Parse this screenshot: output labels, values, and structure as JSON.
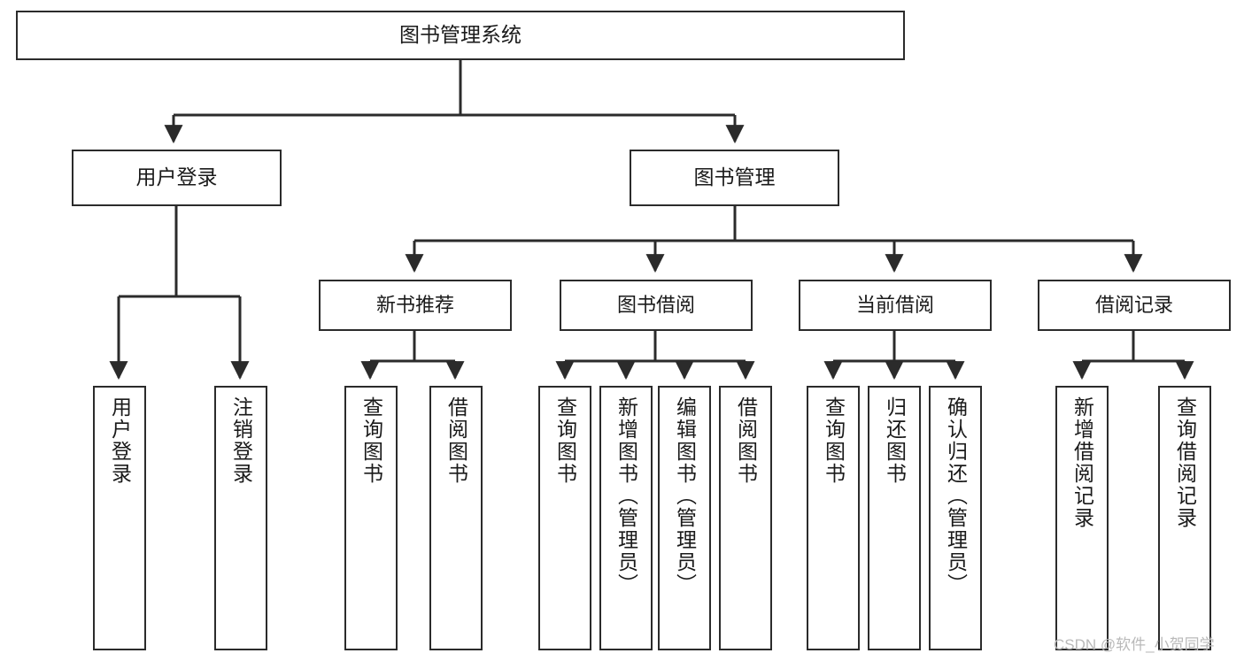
{
  "diagram": {
    "title": "图书管理系统",
    "type": "tree-hierarchy",
    "watermark": "CSDN @软件_小贺同学",
    "colors": {
      "background": "#ffffff",
      "border": "#2b2b2b",
      "text": "#1a1a1a",
      "connector": "#2b2b2b",
      "watermark": "#b9b9b9"
    }
  },
  "root": {
    "label": "图书管理系统"
  },
  "level1": [
    {
      "label": "用户登录"
    },
    {
      "label": "图书管理"
    }
  ],
  "level2": [
    {
      "label": "新书推荐"
    },
    {
      "label": "图书借阅"
    },
    {
      "label": "当前借阅"
    },
    {
      "label": "借阅记录"
    }
  ],
  "leaves": {
    "user_login": [
      {
        "label": "用户登录"
      },
      {
        "label": "注销登录"
      }
    ],
    "new_book_recommend": [
      {
        "label": "查询图书"
      },
      {
        "label": "借阅图书"
      }
    ],
    "book_borrow": [
      {
        "label": "查询图书"
      },
      {
        "label": "新增图书（管理员）"
      },
      {
        "label": "编辑图书（管理员）"
      },
      {
        "label": "借阅图书"
      }
    ],
    "current_borrow": [
      {
        "label": "查询图书"
      },
      {
        "label": "归还图书"
      },
      {
        "label": "确认归还（管理员）"
      }
    ],
    "borrow_record": [
      {
        "label": "新增借阅记录"
      },
      {
        "label": "查询借阅记录"
      }
    ]
  }
}
